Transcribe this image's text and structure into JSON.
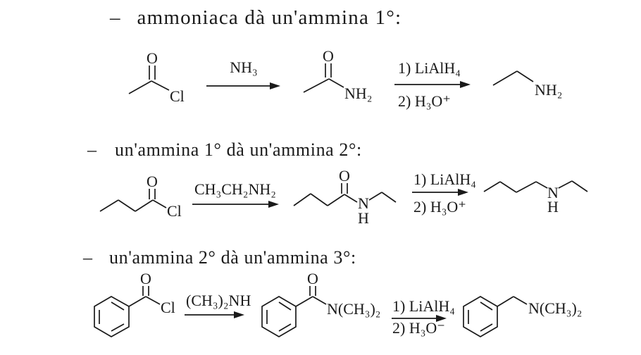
{
  "colors": {
    "background": "#ffffff",
    "ink": "#1a1a1a"
  },
  "headings": {
    "dash": "–",
    "line1": "ammoniaca dà un'ammina 1°:",
    "line2": "un'ammina 1° dà un'ammina 2°:",
    "line3": "un'ammina 2° dà un'ammina 3°:"
  },
  "scheme1": {
    "acyl_chloride": {
      "o": "O",
      "cl": "Cl"
    },
    "arrow1_reagent": "NH₃",
    "amide": {
      "o": "O",
      "nh2": "NH₂"
    },
    "arrow2": {
      "step1": "1) LiAlH₄",
      "step2": "2) H₃O⁺"
    },
    "amine": {
      "nh2": "NH₂"
    }
  },
  "scheme2": {
    "acyl_chloride": {
      "o": "O",
      "cl": "Cl"
    },
    "arrow1_reagent": "CH₃CH₂NH₂",
    "amide": {
      "o": "O",
      "n": "N",
      "h": "H"
    },
    "arrow2": {
      "step1": "1) LiAlH₄",
      "step2": "2) H₃O⁺"
    },
    "amine": {
      "n": "N",
      "h": "H"
    }
  },
  "scheme3": {
    "acyl_chloride": {
      "o": "O",
      "cl": "Cl"
    },
    "arrow1_reagent": "(CH₃)₂NH",
    "amide": {
      "o": "O",
      "n": "N(CH₃)₂"
    },
    "arrow2": {
      "step1": "1) LiAlH₄",
      "step2": "2) H₃O⁻"
    },
    "amine": {
      "n": "N(CH₃)₂"
    }
  }
}
